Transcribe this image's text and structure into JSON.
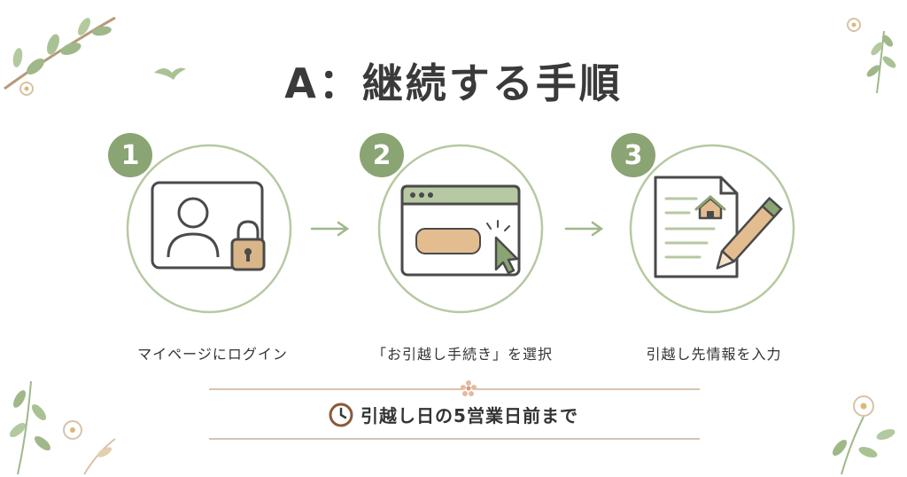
{
  "title": "A：継続する手順",
  "steps": [
    {
      "number": "1",
      "label": "マイページにログイン",
      "icon": "login-lock-icon"
    },
    {
      "number": "2",
      "label": "「お引越し手続き」を選択",
      "icon": "browser-click-icon"
    },
    {
      "number": "3",
      "label": "引越し先情報を入力",
      "icon": "document-pencil-icon"
    }
  ],
  "deadline": {
    "text": "引越し日の5営業日前まで",
    "icon": "clock-icon"
  },
  "colors": {
    "accent_green": "#8aa473",
    "accent_tan": "#d9b58a",
    "line_brown": "#d7c4b0"
  }
}
